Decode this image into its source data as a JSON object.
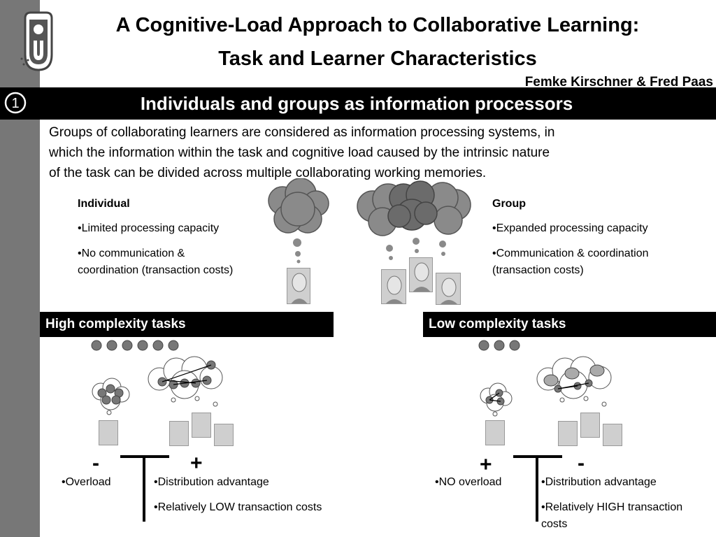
{
  "header": {
    "title_line1": "A Cognitive-Load Approach to Collaborative Learning:",
    "title_line2": "Task and Learner Characteristics",
    "authors": "Femke Kirschner & Fred Paas"
  },
  "section": {
    "number": "1",
    "title": "Individuals and groups as information processors"
  },
  "intro": {
    "line1": "Groups of collaborating learners are considered as information processing systems, in",
    "line2": "which the information within the task and cognitive load caused by the intrinsic nature",
    "line3": "of the task can be divided across multiple collaborating working memories."
  },
  "individual": {
    "heading": "Individual",
    "bullet1": "•Limited processing capacity",
    "bullet2_line1": "•No communication &",
    "bullet2_line2": "coordination (transaction costs)"
  },
  "group": {
    "heading": "Group",
    "bullet1": "•Expanded processing capacity",
    "bullet2_line1": "•Communication & coordination",
    "bullet2_line2": "(transaction costs)"
  },
  "high": {
    "heading": "High complexity tasks",
    "sign_left": "-",
    "sign_right": "+",
    "left_bullet": "•Overload",
    "right_bullet1": "•Distribution advantage",
    "right_bullet2": "•Relatively LOW transaction costs"
  },
  "low": {
    "heading": "Low complexity tasks",
    "sign_left": "+",
    "sign_right": "-",
    "left_bullet": "•NO overload",
    "right_bullet1": "•Distribution advantage",
    "right_bullet2_line1": "•Relatively HIGH transaction",
    "right_bullet2_line2": "costs"
  },
  "colors": {
    "sidebar": "#777777",
    "bar": "#000000",
    "cloud": "#8a8a8a"
  }
}
